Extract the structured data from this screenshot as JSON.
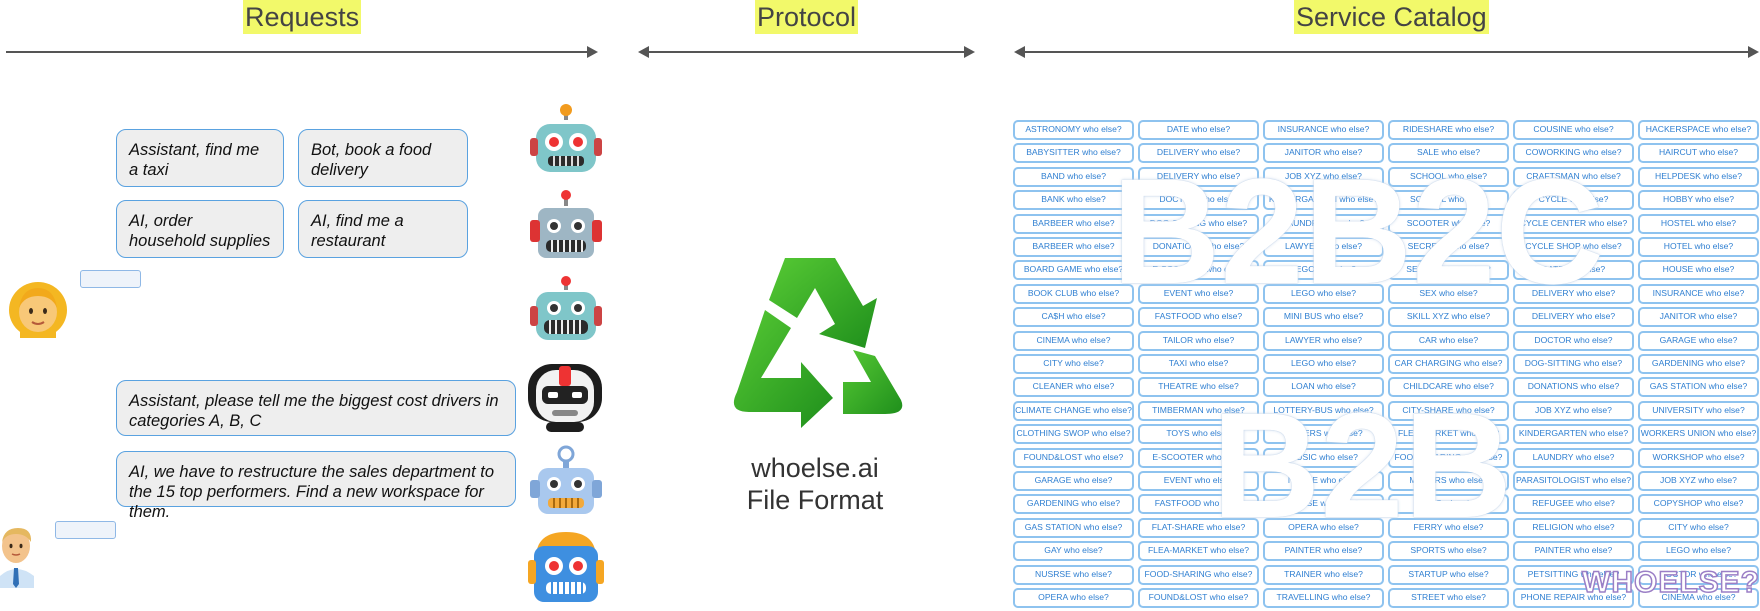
{
  "headers": {
    "requests": "Requests",
    "protocol": "Protocol",
    "catalog": "Service Catalog"
  },
  "bubbles": [
    "Assistant, find me a taxi",
    "Bot, book a food delivery",
    "AI, order household supplies",
    "AI, find me a restaurant",
    "Assistant, please tell me the biggest cost drivers in categories A, B, C",
    "AI, we have to restructure the sales department to the 15 top performers. Find a new workspace for them."
  ],
  "avatars": [
    "woman-emoji",
    "businessman-emoji"
  ],
  "robots": [
    "robot-1-icon",
    "robot-2-icon",
    "robot-3-icon",
    "robot-4-icon",
    "robot-5-icon",
    "robot-6-icon"
  ],
  "protocol": {
    "icon": "recycle-icon",
    "label_line1": "whoelse.ai",
    "label_line2": "File Format"
  },
  "catalog": {
    "overlay_b2b2c": "B2B2C",
    "overlay_b2b": "B2B",
    "logo": "WHOELSE?",
    "columns": [
      [
        "ASTRONOMY who else?",
        "BABYSITTER who else?",
        "BAND who else?",
        "BANK who else?",
        "BARBEER who else?",
        "BARBEER who else?",
        "BOARD GAME who else?",
        "BOOK CLUB who else?",
        "CA$H who else?",
        "CINEMA who else?",
        "CITY who else?",
        "CLEANER who else?",
        "CLIMATE CHANGE who else?",
        "CLOTHING SWOP who else?",
        "FOUND&LOST who else?",
        "GARAGE who else?",
        "GARDENING who else?",
        "GAS STATION who else?",
        "GAY who else?",
        "NUSRSE who else?",
        "OPERA who else?"
      ],
      [
        "DATE who else?",
        "DELIVERY who else?",
        "DELIVERY who else?",
        "DOCTOR who else?",
        "DOG-SITTING who else?",
        "DONATIONS who else?",
        "E-SCOOTER who else?",
        "EVENT who else?",
        "FASTFOOD who else?",
        "TAILOR who else?",
        "TAXI who else?",
        "THEATRE who else?",
        "TIMBERMAN who else?",
        "TOYS who else?",
        "E-SCOOTER who else?",
        "EVENT who else?",
        "FASTFOOD who else?",
        "FLAT-SHARE who else?",
        "FLEA-MARKET who else?",
        "FOOD-SHARING who else?",
        "FOUND&LOST who else?"
      ],
      [
        "INSURANCE who else?",
        "JANITOR who else?",
        "JOB XYZ who else?",
        "KINDERGARTEN who else?",
        "LAUNDRY who else?",
        "LAWYER who else?",
        "LEGO who else?",
        "LEGO who else?",
        "MINI BUS who else?",
        "LAWYER who else?",
        "LEGO who else?",
        "LOAN who else?",
        "LOTTERY-BUS who else?",
        "MOVERS who else?",
        "MUSIC who else?",
        "NURSE who else?",
        "NURSE who else?",
        "OPERA who else?",
        "PAINTER who else?",
        "TRAINER who else?",
        "TRAVELLING who else?"
      ],
      [
        "RIDESHARE who else?",
        "SALE who else?",
        "SCHOOL who else?",
        "SCHOOL who else?",
        "SCOOTER who else?",
        "SECRETS who else?",
        "SECURITY who else?",
        "SEX who else?",
        "SKILL XYZ who else?",
        "CAR who else?",
        "CAR CHARGING who else?",
        "CHILDCARE who else?",
        "CITY-SHARE who else?",
        "FLEA-MARKET who else?",
        "FOOD-SHARING who else?",
        "MOVERS who else?",
        "MUSIC who else?",
        "FERRY who else?",
        "SPORTS who else?",
        "STARTUP who else?",
        "STREET who else?"
      ],
      [
        "COUSINE who else?",
        "COWORKING who else?",
        "CRAFTSMAN who else?",
        "CYCLE who else?",
        "CYCLE CENTER who else?",
        "CYCLE SHOP who else?",
        "DATE who else?",
        "DELIVERY who else?",
        "DELIVERY who else?",
        "DOCTOR who else?",
        "DOG-SITTING who else?",
        "DONATIONS who else?",
        "JOB XYZ who else?",
        "KINDERGARTEN who else?",
        "LAUNDRY who else?",
        "PARASITOLOGIST who else?",
        "REFUGEE who else?",
        "RELIGION who else?",
        "PAINTER who else?",
        "PETSITTING who else?",
        "PHONE REPAIR who else?"
      ],
      [
        "HACKERSPACE who else?",
        "HAIRCUT who else?",
        "HELPDESK who else?",
        "HOBBY who else?",
        "HOSTEL who else?",
        "HOTEL who else?",
        "HOUSE who else?",
        "INSURANCE who else?",
        "JANITOR who else?",
        "GARAGE who else?",
        "GARDENING who else?",
        "GAS STATION who else?",
        "UNIVERSITY who else?",
        "WORKERS UNION who else?",
        "WORKSHOP who else?",
        "JOB XYZ who else?",
        "COPYSHOP who else?",
        "CITY who else?",
        "LEGO who else?",
        "DOCTOR who else?",
        "CINEMA who else?"
      ]
    ]
  }
}
